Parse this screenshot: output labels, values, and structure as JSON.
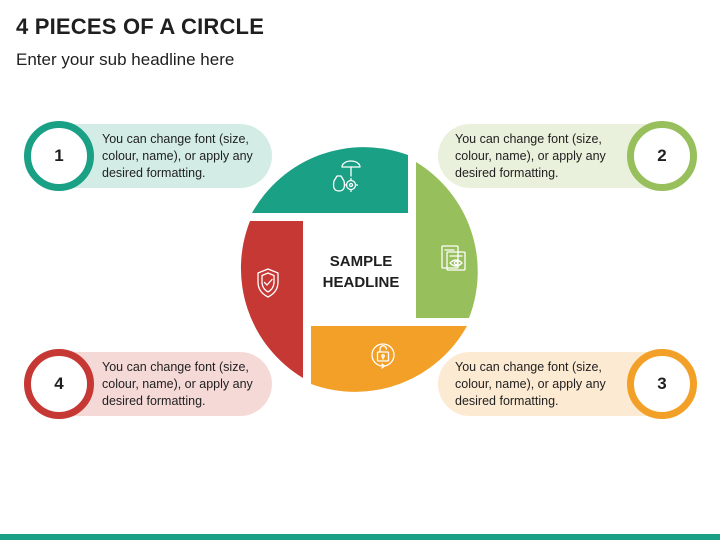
{
  "header": {
    "title": "4 PIECES OF A CIRCLE",
    "subtitle": "Enter your sub headline here"
  },
  "center": {
    "line1": "SAMPLE",
    "line2": "HEADLINE"
  },
  "colors": {
    "teal": "#1aa085",
    "green": "#97bf5c",
    "orange": "#f3a028",
    "red": "#c63834",
    "bottom_bar": "#1aa085"
  },
  "pieces": [
    {
      "number": "1",
      "text": "You can change font (size, colour, name), or apply any desired formatting.",
      "icon": "money-umbrella-gear-icon",
      "color": "#1aa085",
      "pill_color": "#d3ede6"
    },
    {
      "number": "2",
      "text": "You can change font (size, colour, name), or apply any desired formatting.",
      "icon": "document-eye-icon",
      "color": "#97bf5c",
      "pill_color": "#e9f1dc"
    },
    {
      "number": "3",
      "text": "You can change font (size, colour, name), or apply any desired formatting.",
      "icon": "unlock-icon",
      "color": "#f3a028",
      "pill_color": "#fcead2"
    },
    {
      "number": "4",
      "text": "You can change font (size, colour, name), or apply any desired formatting.",
      "icon": "shield-check-icon",
      "color": "#c63834",
      "pill_color": "#f5d9d7"
    }
  ]
}
